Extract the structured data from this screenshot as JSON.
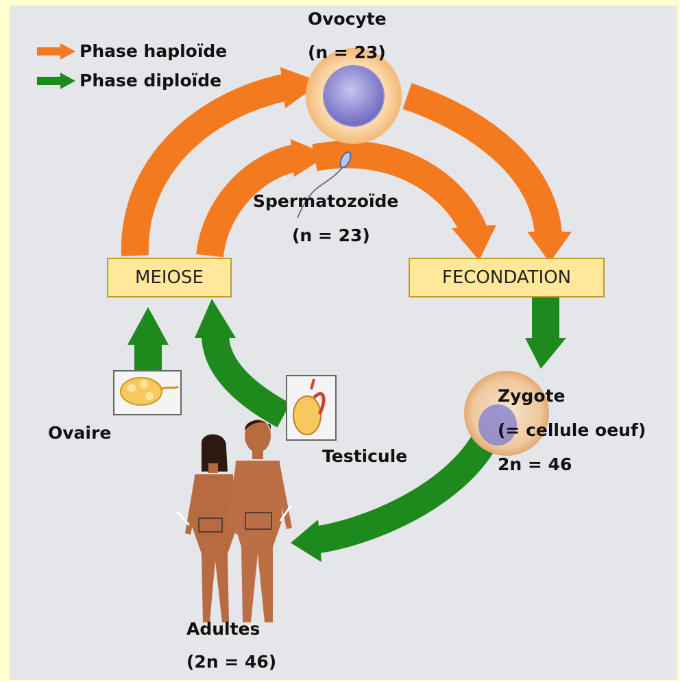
{
  "legend": {
    "haploid": {
      "label": "Phase haploïde",
      "color": "#F47A20"
    },
    "diploid": {
      "label": "Phase diploïde",
      "color": "#1E8A1E"
    }
  },
  "stages": {
    "ovocyte": {
      "name": "Ovocyte",
      "ploidy": "(n = 23)"
    },
    "spermatozoide": {
      "name": "Spermatozoïde",
      "ploidy": "(n = 23)"
    },
    "zygote": {
      "name": "Zygote",
      "subtitle": "(= cellule oeuf)",
      "ploidy": "2n = 46"
    },
    "adultes": {
      "name": "Adultes",
      "ploidy": "(2n = 46)"
    }
  },
  "organs": {
    "ovaire": "Ovaire",
    "testicule": "Testicule"
  },
  "processes": {
    "meiose": "MEIOSE",
    "fecondation": "FECONDATION"
  }
}
